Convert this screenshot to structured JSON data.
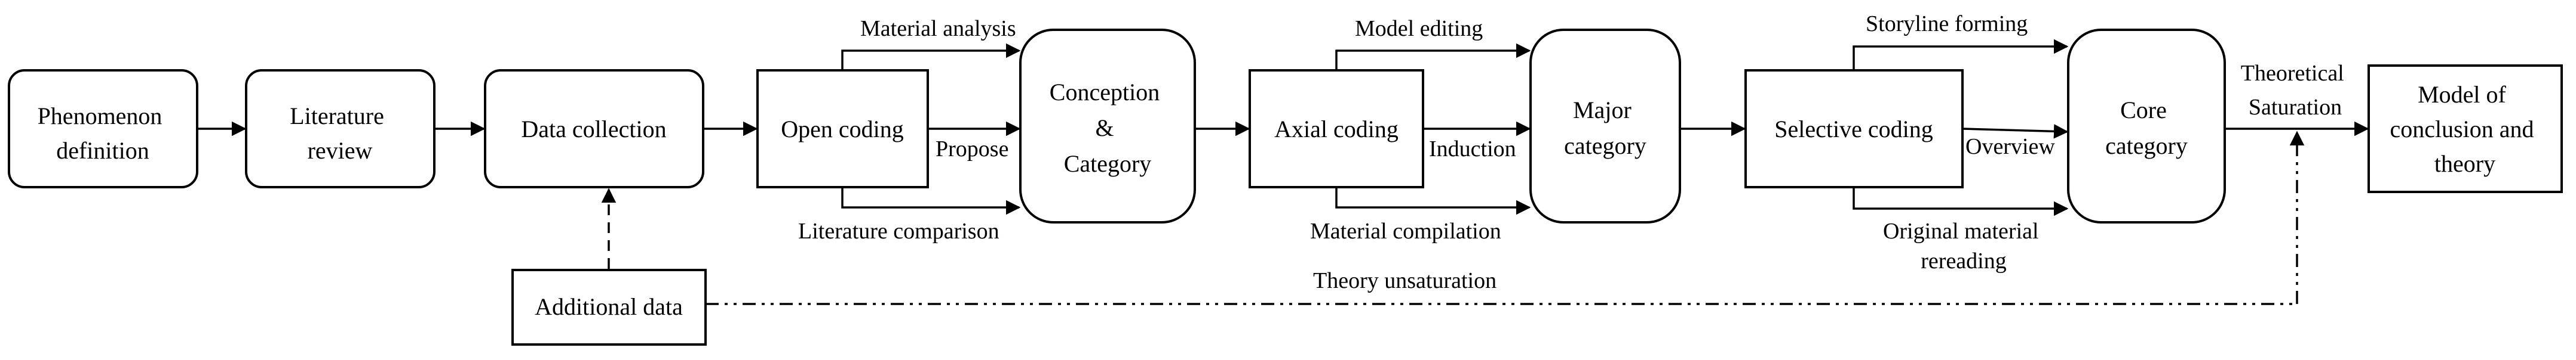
{
  "nodes": {
    "phenomenon_definition": [
      "Phenomenon",
      "definition"
    ],
    "literature_review": [
      "Literature",
      "review"
    ],
    "data_collection": [
      "Data collection"
    ],
    "open_coding": [
      "Open coding"
    ],
    "conception_category": [
      "Conception",
      "&",
      "Category"
    ],
    "axial_coding": [
      "Axial coding"
    ],
    "major_category": [
      "Major",
      "category"
    ],
    "selective_coding": [
      "Selective coding"
    ],
    "core_category": [
      "Core",
      "category"
    ],
    "model_of_conclusion": [
      "Model of",
      "conclusion and",
      "theory"
    ],
    "additional_data": [
      "Additional data"
    ]
  },
  "labels": {
    "material_analysis": "Material analysis",
    "propose": "Propose",
    "literature_comparison": "Literature comparison",
    "model_editing": "Model editing",
    "induction": "Induction",
    "material_compilation": "Material compilation",
    "storyline_forming": "Storyline forming",
    "overview": "Overview",
    "original_material_rereading": [
      "Original material",
      "rereading"
    ],
    "theoretical_saturation": [
      "Theoretical",
      "Saturation"
    ],
    "theory_unsaturation": "Theory unsaturation"
  }
}
